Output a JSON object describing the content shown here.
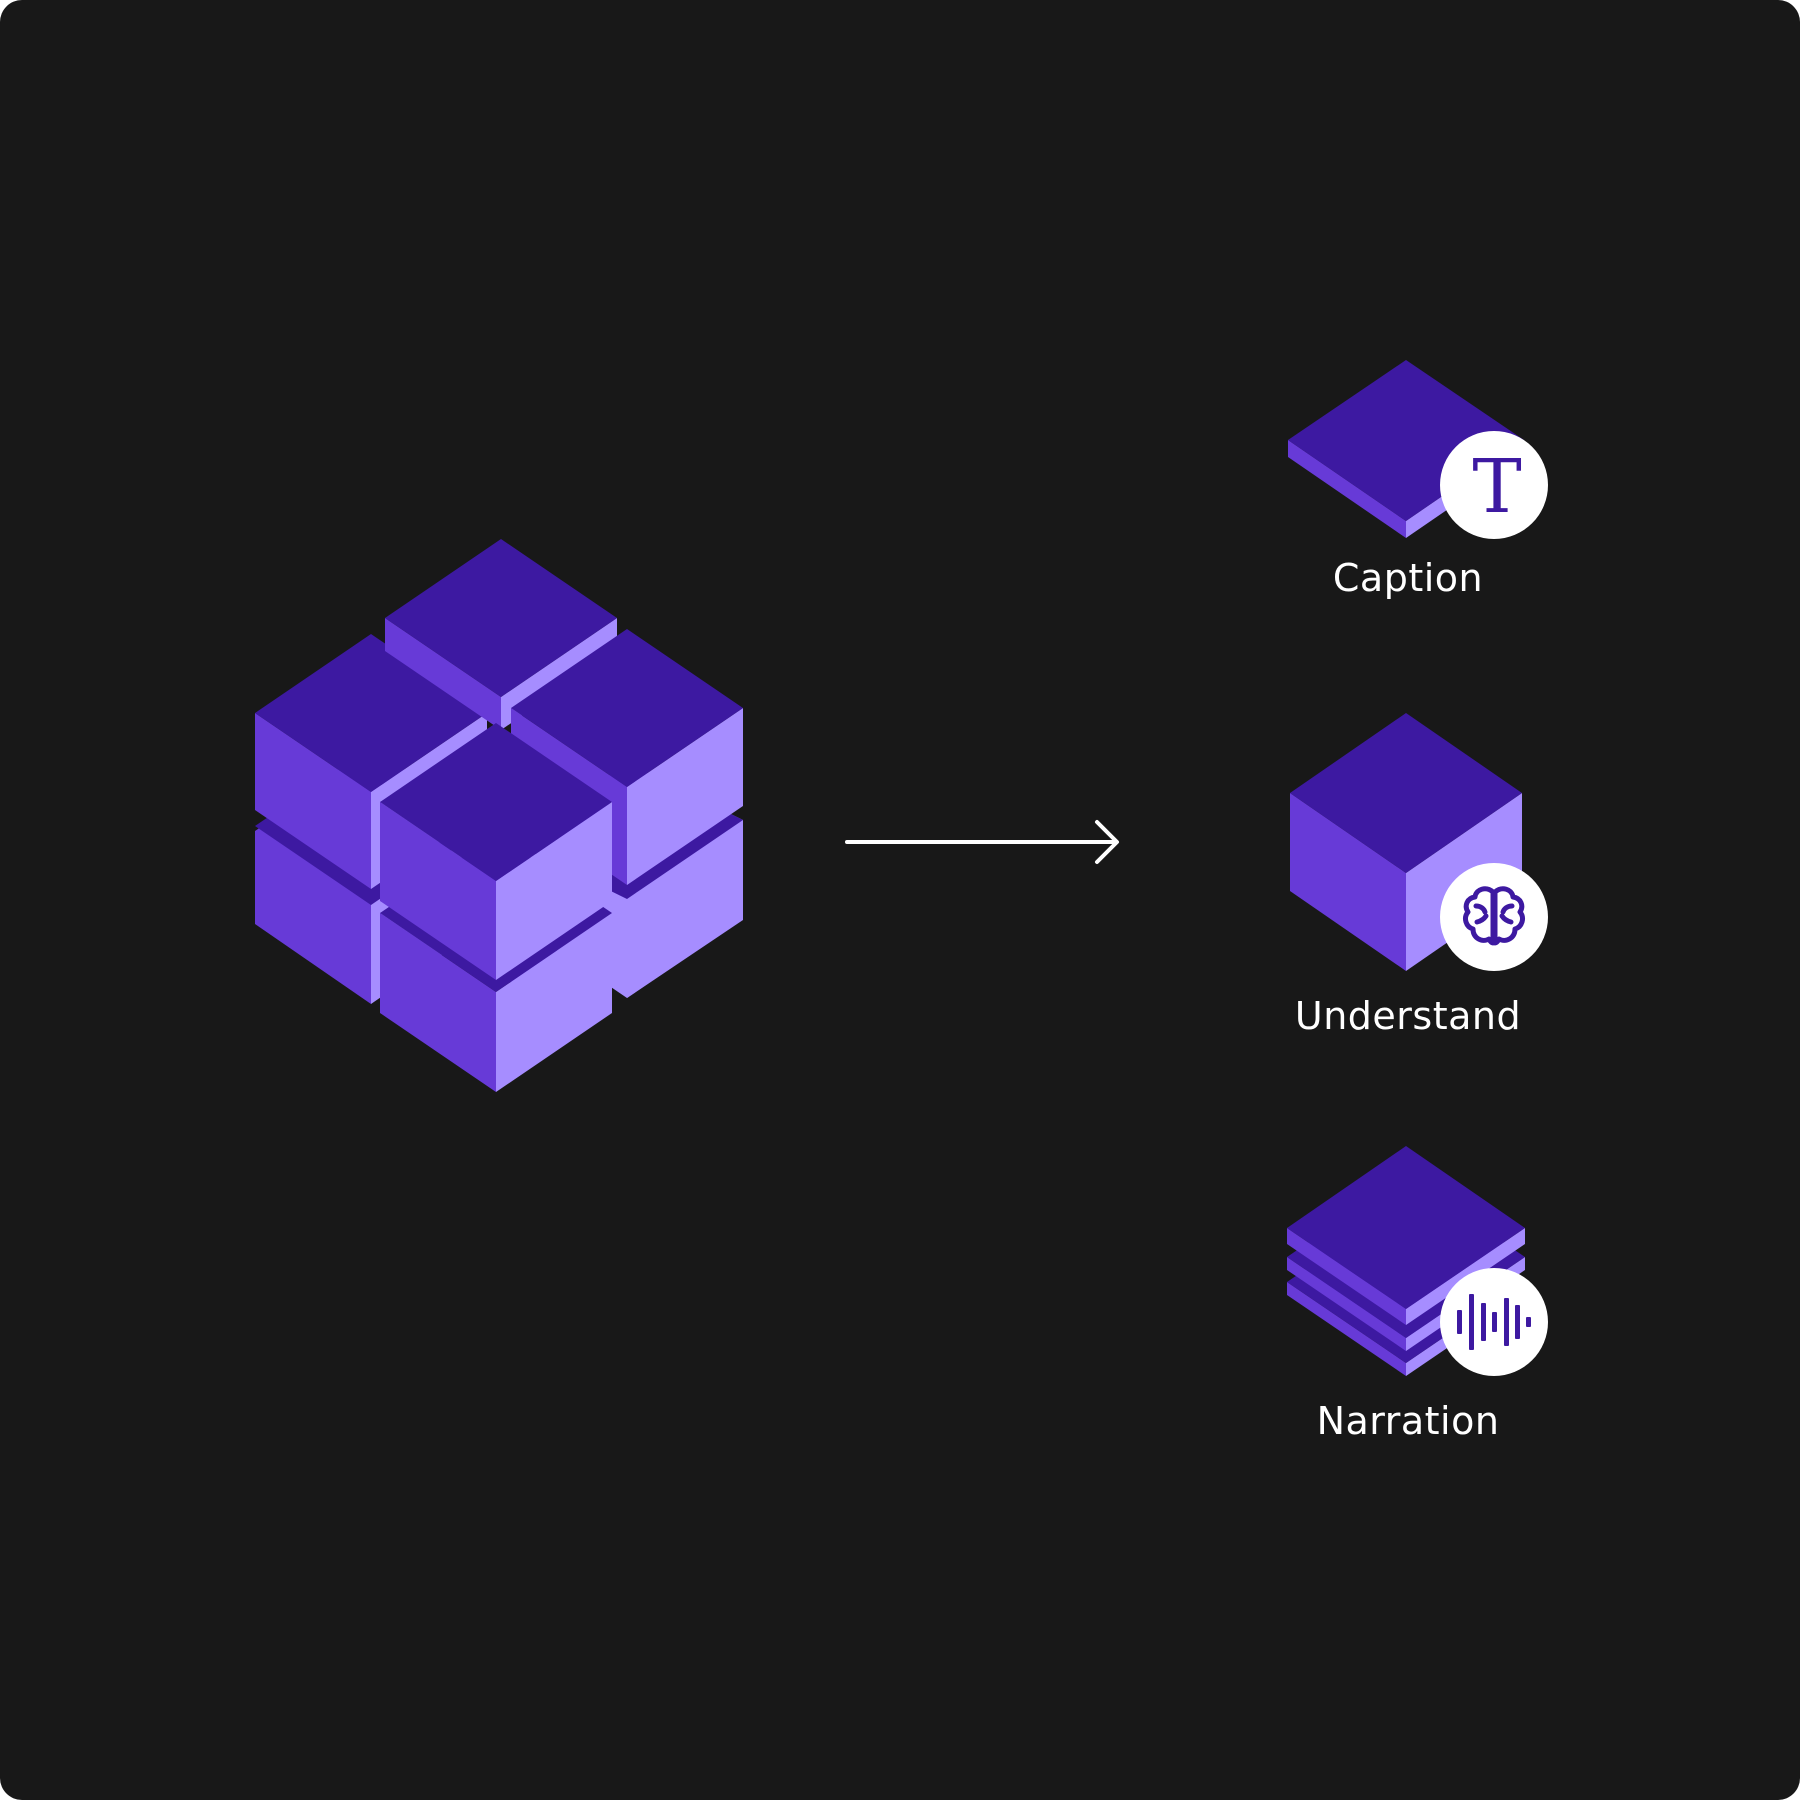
{
  "colors": {
    "background": "#181818",
    "cube_top": "#3d19a1",
    "cube_left": "#673ad7",
    "cube_right": "#a68dff",
    "badge_bg": "#ffffff",
    "icon": "#3d19a1",
    "arrow": "#ffffff",
    "label": "#ffffff"
  },
  "outputs": [
    {
      "label": "Caption",
      "icon": "text-t-icon",
      "glyph": "T"
    },
    {
      "label": "Understand",
      "icon": "brain-icon"
    },
    {
      "label": "Narration",
      "icon": "audio-waveform-icon"
    }
  ]
}
